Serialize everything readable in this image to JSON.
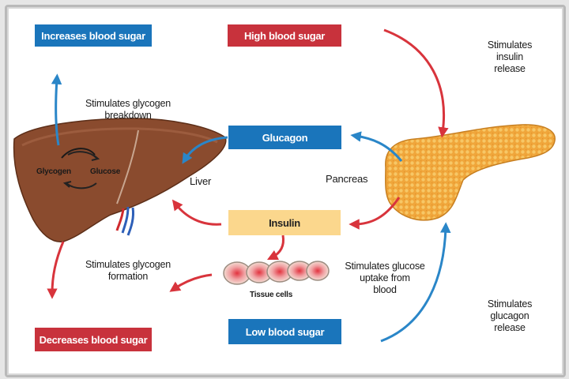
{
  "boxes": {
    "increases": "Increases blood sugar",
    "high": "High blood sugar",
    "glucagon": "Glucagon",
    "insulin": "Insulin",
    "low": "Low blood sugar",
    "decreases": "Decreases blood sugar"
  },
  "labels": {
    "stim_insulin": [
      "Stimulates",
      "insulin",
      "release"
    ],
    "stim_breakdown": [
      "Stimulates glycogen",
      "breakdown"
    ],
    "liver": "Liver",
    "pancreas": "Pancreas",
    "glycogen": "Glycogen",
    "glucose": "Glucose",
    "stim_formation": [
      "Stimulates glycogen",
      "formation"
    ],
    "tissue": "Tissue cells",
    "stim_uptake": [
      "Stimulates glucose",
      "uptake from",
      "blood"
    ],
    "stim_glucagon": [
      "Stimulates",
      "glucagon",
      "release"
    ]
  },
  "colors": {
    "blue_box": "#1a75bb",
    "red_box": "#c8323c",
    "insulin_box": "#fbd78d",
    "red_arrow": "#d8343c",
    "blue_arrow": "#2a86c8"
  }
}
